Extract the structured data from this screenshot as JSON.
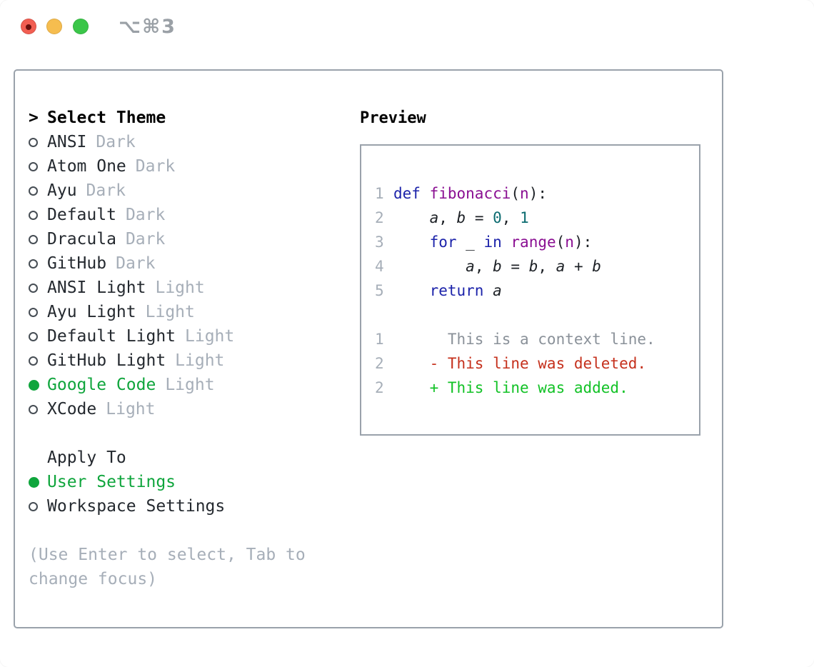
{
  "window": {
    "title": "⌥⌘3",
    "traffic_lights": [
      "close",
      "minimize",
      "zoom"
    ]
  },
  "theme_list": {
    "header_marker": ">",
    "header": "Select Theme",
    "items": [
      {
        "name": "ANSI",
        "variant": "Dark",
        "selected": false
      },
      {
        "name": "Atom One",
        "variant": "Dark",
        "selected": false
      },
      {
        "name": "Ayu",
        "variant": "Dark",
        "selected": false
      },
      {
        "name": "Default",
        "variant": "Dark",
        "selected": false
      },
      {
        "name": "Dracula",
        "variant": "Dark",
        "selected": false
      },
      {
        "name": "GitHub",
        "variant": "Dark",
        "selected": false
      },
      {
        "name": "ANSI Light",
        "variant": "Light",
        "selected": false
      },
      {
        "name": "Ayu Light",
        "variant": "Light",
        "selected": false
      },
      {
        "name": "Default Light",
        "variant": "Light",
        "selected": false
      },
      {
        "name": "GitHub Light",
        "variant": "Light",
        "selected": false
      },
      {
        "name": "Google Code",
        "variant": "Light",
        "selected": true
      },
      {
        "name": "XCode",
        "variant": "Light",
        "selected": false
      }
    ]
  },
  "apply_to": {
    "header": "Apply To",
    "options": [
      {
        "label": "User Settings",
        "selected": true
      },
      {
        "label": "Workspace Settings",
        "selected": false
      }
    ]
  },
  "help": {
    "line1": "(Use Enter to select, Tab to",
    "line2": "change focus)"
  },
  "preview": {
    "header": "Preview",
    "code_lines": [
      {
        "num": "1",
        "tokens": [
          {
            "t": "def",
            "c": "kw"
          },
          {
            "t": " ",
            "c": "pl"
          },
          {
            "t": "fibonacci",
            "c": "fn"
          },
          {
            "t": "(",
            "c": "pl"
          },
          {
            "t": "n",
            "c": "fn"
          },
          {
            "t": "):",
            "c": "pl"
          }
        ]
      },
      {
        "num": "2",
        "tokens": [
          {
            "t": "    ",
            "c": "pl"
          },
          {
            "t": "a",
            "c": "var"
          },
          {
            "t": ", ",
            "c": "pl"
          },
          {
            "t": "b",
            "c": "var"
          },
          {
            "t": " = ",
            "c": "pl"
          },
          {
            "t": "0",
            "c": "num"
          },
          {
            "t": ", ",
            "c": "pl"
          },
          {
            "t": "1",
            "c": "num"
          }
        ]
      },
      {
        "num": "3",
        "tokens": [
          {
            "t": "    ",
            "c": "pl"
          },
          {
            "t": "for",
            "c": "kw"
          },
          {
            "t": " _ ",
            "c": "pl"
          },
          {
            "t": "in",
            "c": "kw"
          },
          {
            "t": " ",
            "c": "pl"
          },
          {
            "t": "range",
            "c": "fn"
          },
          {
            "t": "(",
            "c": "pl"
          },
          {
            "t": "n",
            "c": "fn"
          },
          {
            "t": "):",
            "c": "pl"
          }
        ]
      },
      {
        "num": "4",
        "tokens": [
          {
            "t": "        ",
            "c": "pl"
          },
          {
            "t": "a",
            "c": "var"
          },
          {
            "t": ", ",
            "c": "pl"
          },
          {
            "t": "b",
            "c": "var"
          },
          {
            "t": " = ",
            "c": "pl"
          },
          {
            "t": "b",
            "c": "var"
          },
          {
            "t": ", ",
            "c": "pl"
          },
          {
            "t": "a",
            "c": "var"
          },
          {
            "t": " + ",
            "c": "pl"
          },
          {
            "t": "b",
            "c": "var"
          }
        ]
      },
      {
        "num": "5",
        "tokens": [
          {
            "t": "    ",
            "c": "pl"
          },
          {
            "t": "return",
            "c": "kw"
          },
          {
            "t": " ",
            "c": "pl"
          },
          {
            "t": "a",
            "c": "var"
          }
        ]
      }
    ],
    "diff_lines": [
      {
        "num": "1",
        "kind": "context",
        "text": "      This is a context line."
      },
      {
        "num": "2",
        "kind": "deleted",
        "text": "    - This line was deleted."
      },
      {
        "num": "2",
        "kind": "added",
        "text": "    + This line was added."
      }
    ]
  },
  "colors": {
    "accent_green": "#0fa53c",
    "diff_added_green": "#12c226",
    "diff_deleted_red": "#c5301c",
    "context_gray": "#8a9199",
    "muted_gray": "#a6aeb8",
    "keyword_blue": "#1c23aa",
    "function_purple": "#8a0f92",
    "number_teal": "#0b6b70",
    "text_dark": "#24292f",
    "panel_border": "#9aa2ab",
    "titlebar_gray": "#9aa0a6",
    "traffic_red": "#f25e52",
    "traffic_yellow": "#f6bd4f",
    "traffic_green": "#3bc649"
  }
}
